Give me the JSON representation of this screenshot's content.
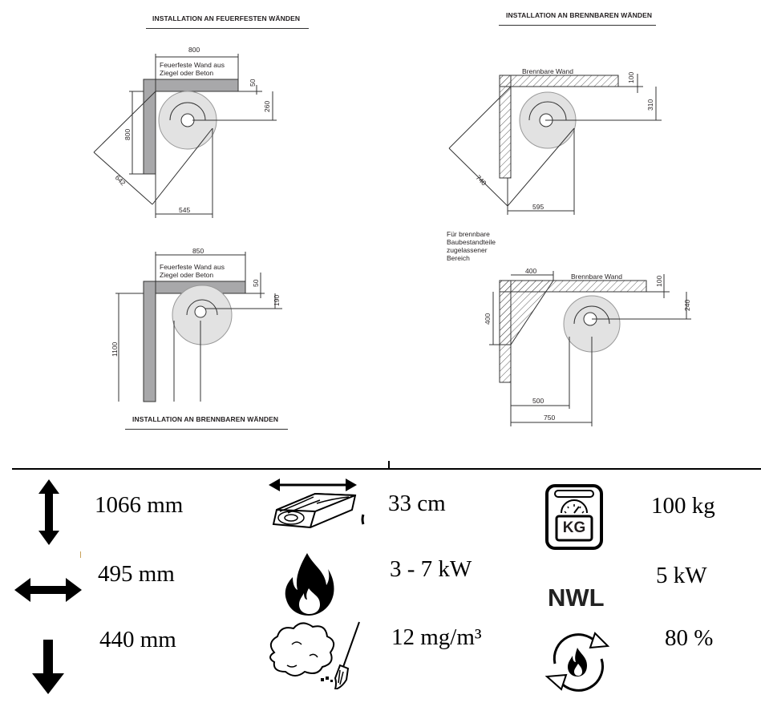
{
  "headings": {
    "tl": "INSTALLATION AN FEUERFESTEN WÄNDEN",
    "tr": "INSTALLATION AN BRENNBAREN WÄNDEN",
    "bl": "INSTALLATION AN BRENNBAREN WÄNDEN"
  },
  "diagram_tl": {
    "wall_label": "Feuerfeste Wand aus\nZiegel oder Beton",
    "width": "800",
    "height": "800",
    "gap": "50",
    "offset": "260",
    "diag": "642",
    "bottom": "545"
  },
  "diagram_tr": {
    "wall_label": "Brennbare Wand",
    "gap": "100",
    "offset": "310",
    "diag": "740",
    "bottom": "595"
  },
  "diagram_bl": {
    "wall_label": "Feuerfeste Wand aus\nZiegel oder Beton",
    "width": "850",
    "height": "1100",
    "gap": "50",
    "offset": "190"
  },
  "diagram_br": {
    "zone_label": "Für brennbare\nBaubestandteile\nzugelassener\nBereich",
    "wall_label": "Brennbare Wand",
    "zone_width": "400",
    "zone_height": "400",
    "gap": "100",
    "offset": "240",
    "bottom_inner": "500",
    "bottom_outer": "750"
  },
  "specs": {
    "height": "1066 mm",
    "width": "495 mm",
    "depth": "440 mm",
    "log_length": "33 cm",
    "power_range": "3 - 7 kW",
    "dust": "12 mg/m³",
    "weight": "100 kg",
    "nominal_power": "5 kW",
    "efficiency": "80 %"
  },
  "icons": {
    "scale_text": "KG",
    "nwl_text": "NWL"
  }
}
